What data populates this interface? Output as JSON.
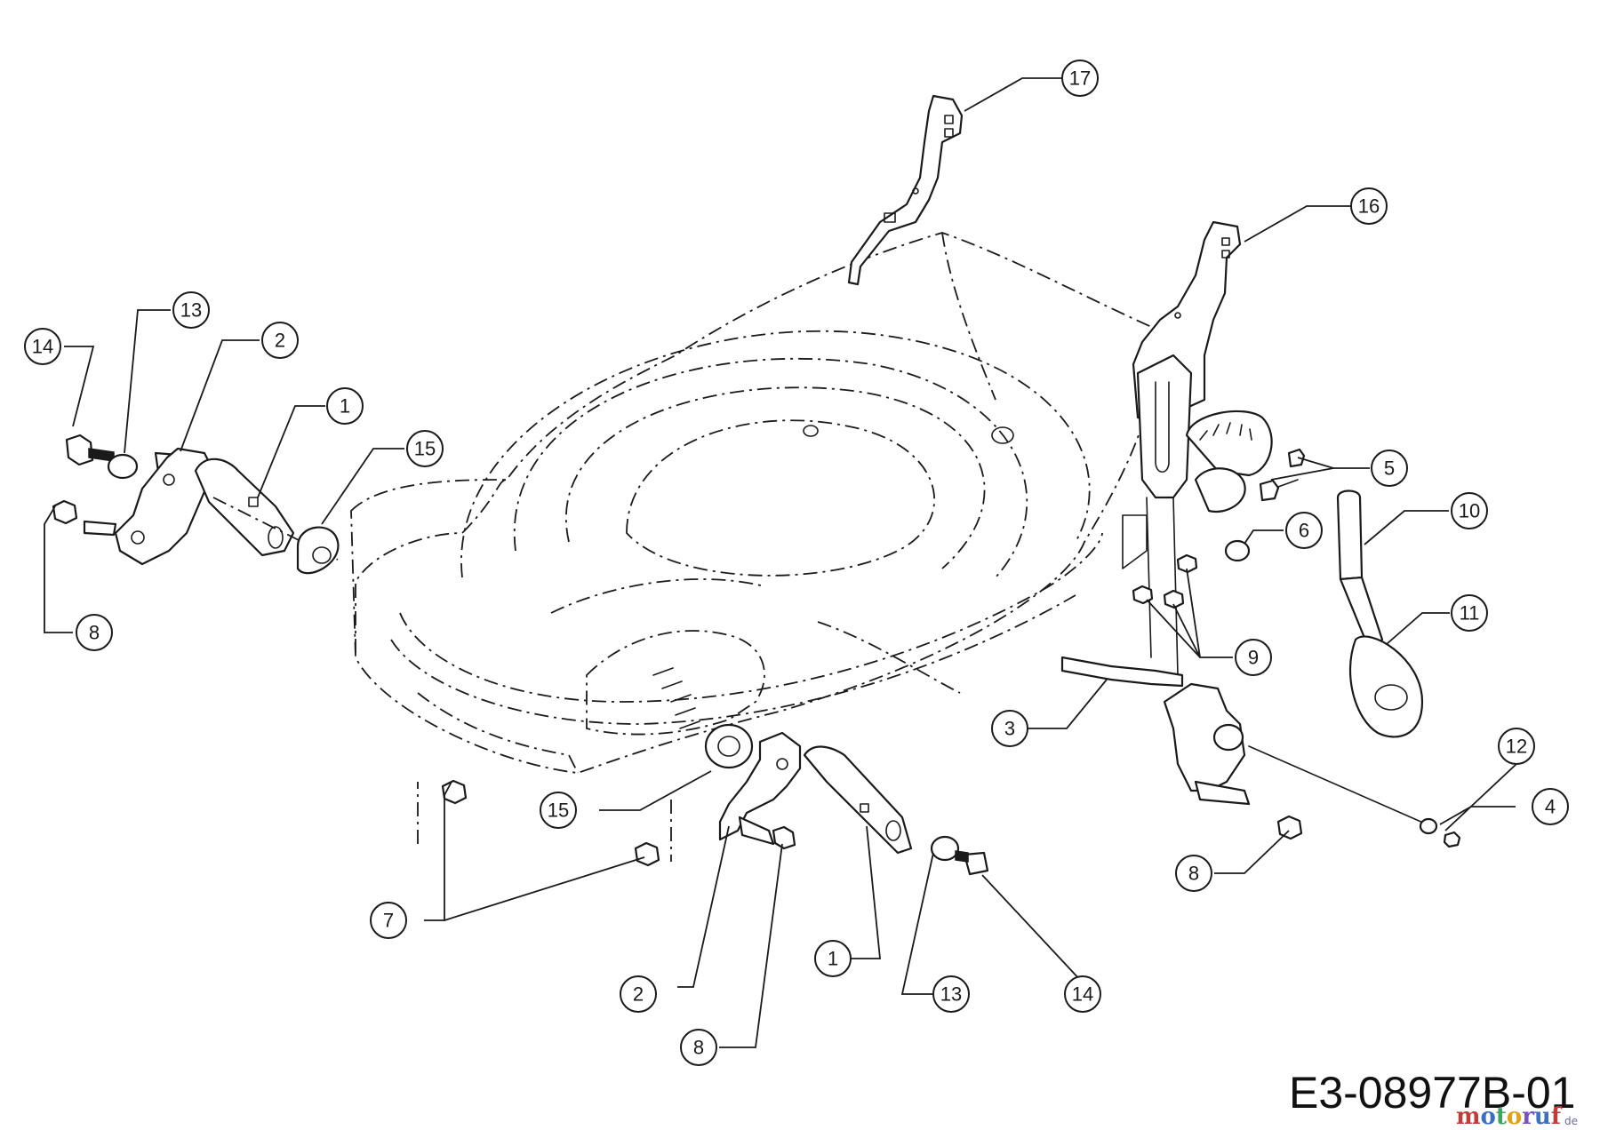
{
  "drawing_code": "E3-08977B-01",
  "watermark": {
    "letters": [
      "m",
      "o",
      "t",
      "o",
      "r",
      "u",
      "f"
    ],
    "colors": [
      "#c23b3b",
      "#3b6fc2",
      "#3ba55c",
      "#e0a21d",
      "#7a4fc2",
      "#3b6fc2",
      "#c23b3b"
    ],
    "suffix": "de"
  },
  "callouts": [
    {
      "label": "17"
    },
    {
      "label": "16"
    },
    {
      "label": "14"
    },
    {
      "label": "13"
    },
    {
      "label": "2"
    },
    {
      "label": "1"
    },
    {
      "label": "15"
    },
    {
      "label": "8"
    },
    {
      "label": "5"
    },
    {
      "label": "6"
    },
    {
      "label": "10"
    },
    {
      "label": "11"
    },
    {
      "label": "9"
    },
    {
      "label": "3"
    },
    {
      "label": "12"
    },
    {
      "label": "4"
    },
    {
      "label": "15"
    },
    {
      "label": "7"
    },
    {
      "label": "8"
    },
    {
      "label": "1"
    },
    {
      "label": "2"
    },
    {
      "label": "13"
    },
    {
      "label": "14"
    },
    {
      "label": "8"
    }
  ]
}
